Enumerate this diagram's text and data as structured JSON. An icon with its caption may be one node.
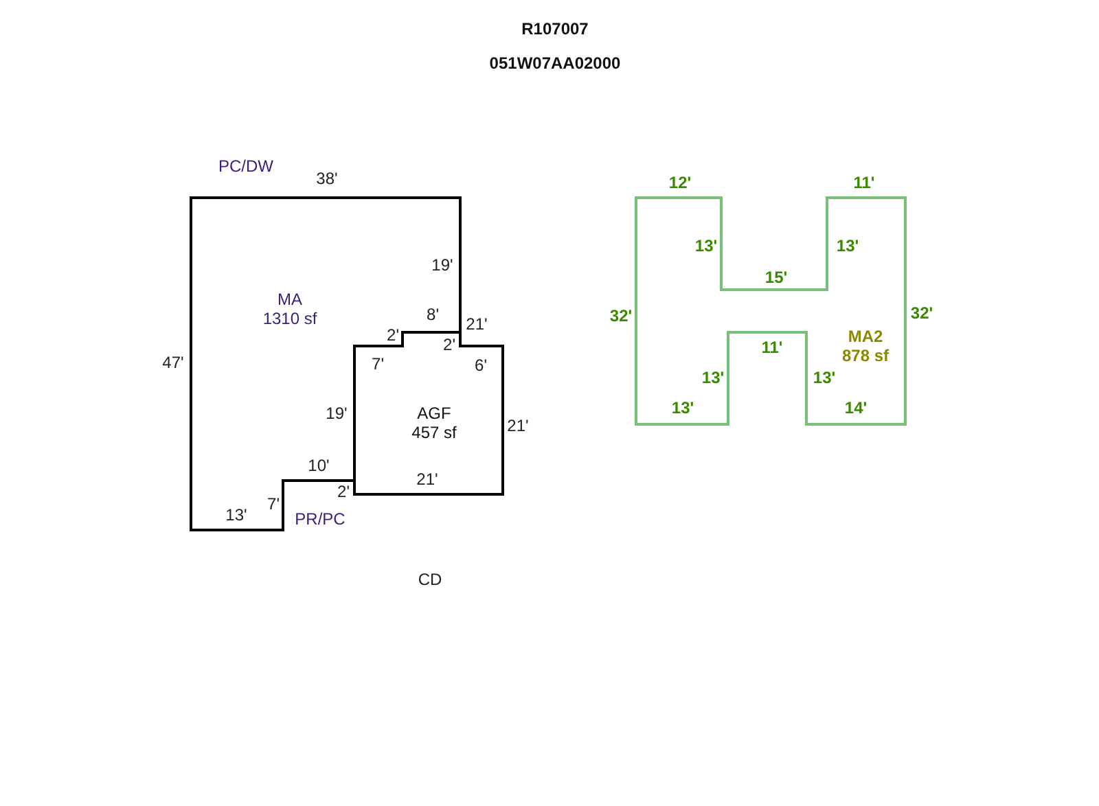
{
  "diagram": {
    "title": "R107007",
    "nodes": [
      {
        "text": [
          "MA",
          "1310 sf"
        ]
      },
      {
        "text": [
          "AGF",
          "457 sf"
        ]
      },
      {
        "text": [
          "MA2",
          "878 sf"
        ]
      }
    ],
    "edges": [],
    "labels": [
      "051W07AA02000",
      "PC/DW",
      "38'",
      "12'",
      "11'",
      "19'",
      "13'",
      "13'",
      "15'",
      "8'",
      "32'",
      "32'",
      "2'",
      "21'",
      "2'",
      "11'",
      "47'",
      "7'",
      "6'",
      "13'",
      "13'",
      "19'",
      "21'",
      "13'",
      "14'",
      "10'",
      "21'",
      "2'",
      "7'",
      "13'",
      "PR/PC",
      "CD"
    ]
  }
}
